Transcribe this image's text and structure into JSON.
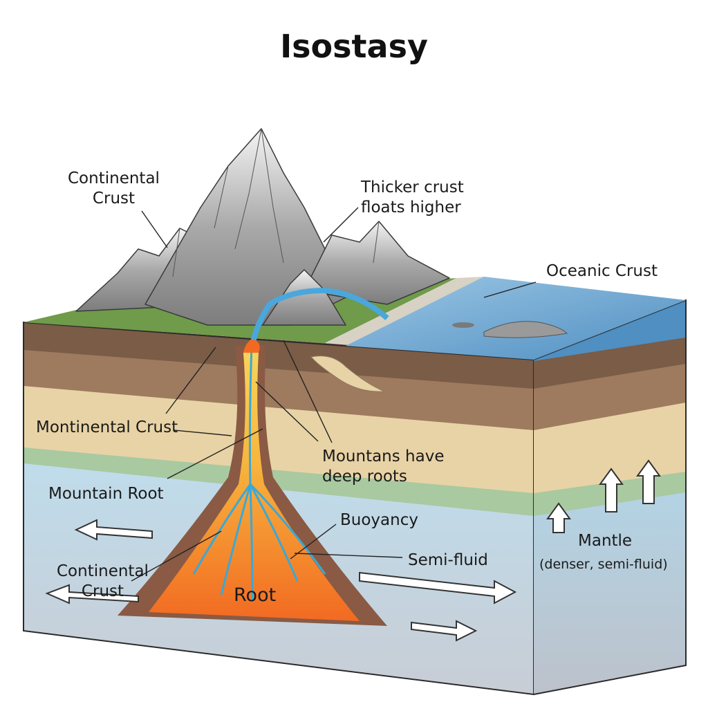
{
  "title": "Isostasy",
  "labels": {
    "continental_crust_top": "Continental\nCrust",
    "thicker_crust": "Thicker crust\nfloats higher",
    "oceanic_crust": "Oceanic Crust",
    "montinental_crust": "Montinental Crust",
    "mountains_deep_roots": "Mountans have\ndeep roots",
    "mountain_root": "Mountain Root",
    "buoyancy": "Buoyancy",
    "semi_fluid": "Semi-fluid",
    "continental_crust_bottom": "Continental\nCrust",
    "root": "Root",
    "mantle": "Mantle",
    "mantle_note": "(denser, semi-fluid)"
  },
  "colors": {
    "rock": "#9a9a9a",
    "snow": "#f2f2f2",
    "grass": "#6f9b4a",
    "soil_dark": "#7a5c47",
    "soil_mid": "#a37c5e",
    "sand": "#e8d3a6",
    "green_layer": "#a9c9a0",
    "mantle": "#b8d8e8",
    "mantle_deep": "#c9ced6",
    "ocean": "#5f9ccc",
    "magma": "#f39a2c",
    "magma_core": "#f7d45a",
    "vein": "#3aa8d8"
  }
}
